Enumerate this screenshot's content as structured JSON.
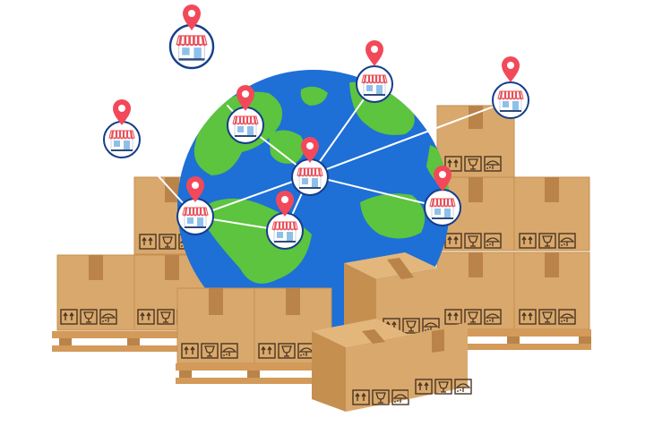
{
  "scene": {
    "subject": "",
    "colors": {
      "ocean": "#1e6fd6",
      "land": "#5cc43e",
      "box": "#d9a86c",
      "box_dark": "#c58f50",
      "box_tape": "#b9834a",
      "pallet": "#d39a5a",
      "pin": "#f2495a",
      "store_stripe": "#e8505b",
      "store_ring": "#153d8a",
      "link": "#ffffff"
    },
    "icons": [
      "globe",
      "cardboard-box",
      "wooden-pallet",
      "map-pin",
      "storefront"
    ],
    "box_symbols": [
      "this-side-up-icon",
      "fragile-glass-icon",
      "keep-dry-umbrella-icon"
    ]
  }
}
